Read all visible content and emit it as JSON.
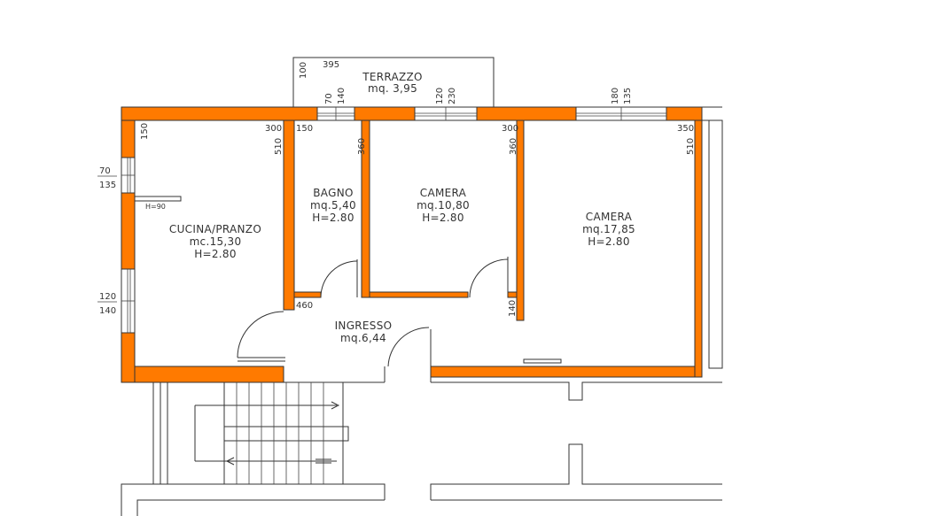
{
  "wall_color": "#ff7a00",
  "rooms": {
    "terrazzo": {
      "name": "TERRAZZO",
      "area": "mq.  3,95"
    },
    "cucina": {
      "name": "CUCINA/PRANZO",
      "area": "mc.15,30",
      "height": "H=2.80"
    },
    "bagno": {
      "name": "BAGNO",
      "area": "mq.5,40",
      "height": "H=2.80"
    },
    "camera1": {
      "name": "CAMERA",
      "area": "mq.10,80",
      "height": "H=2.80"
    },
    "camera2": {
      "name": "CAMERA",
      "area": "mq.17,85",
      "height": "H=2.80"
    },
    "ingresso": {
      "name": "INGRESSO",
      "area": "mq.6,44"
    }
  },
  "dimensions": {
    "terrazzo_side": "100",
    "terrazzo_width": "395",
    "bagno_window_w": "70",
    "bagno_window_h": "140",
    "camera1_window_w": "120",
    "camera1_window_h": "230",
    "camera2_window_w": "180",
    "camera2_window_h": "135",
    "kitchen_window1_w": "70",
    "kitchen_window1_h": "135",
    "kitchen_window2_w": "120",
    "kitchen_window2_h": "140",
    "cucina_150": "150",
    "cucina_300": "300",
    "cucina_510": "510",
    "bagno_150": "150",
    "bagno_360": "360",
    "camera1_300": "300",
    "camera1_360": "360",
    "camera2_350": "350",
    "camera2_510": "510",
    "corridor_460": "460",
    "corridor_140": "140",
    "shelf_height": "H=90"
  }
}
